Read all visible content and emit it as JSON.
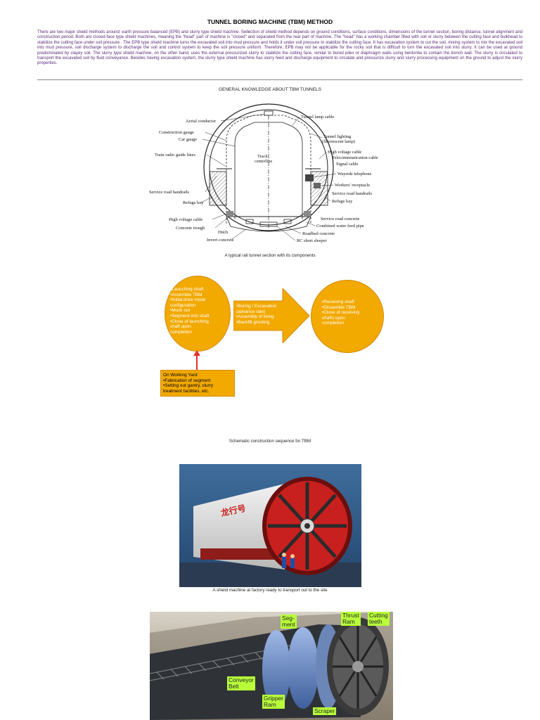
{
  "document": {
    "title": "TUNNEL BORING MACHINE (TBM) METHOD",
    "intro": "There are two major shield methods around: earth pressure balanced (EPB) and slurry type shield machine. Sellection of shield method depends on ground conditions, surface conditions, dimensions of the tunnel section, boring distance, tunnel alignment and construction period. Both are closed-face type shield machines, meaning the \"head\" part of machine is \"closed\" and separated from the rear part of machine. The \"head\" has a working chamber filled with soil or slurry between the cutting face and bulkhead to stabilize the cutting face under soil pressure . The EPB type shield machine turns the excavated soil into mud pressure and holds it under soil pressure to stabilize the cutting face. It has excavation system to cut the soil, mixing system to mix the excavated soil into mud pressure, soil discharge system to discharge the soil and control system to keep the soil pressure uniform. Therefore, EPB may not be applicable for the rocky soil that is difficult to turn the excavated soil into slurry. It can be used at ground predominated by clayey soil. The slurry type shield machine, on the other hand, uses the external pressurized slurry to stabilize the cutting face, similar to bored piles or diaphragm walls using bentonite to contain the trench wall. The slurry is circulated to transport the excavated soil by fluid conveyance. Besides having excavation system, the slurry type shield machine has slurry feed and discharge equipment to circulate and pressurize slurry and slurry processing equipment on the ground to adjust the slurry properties.",
    "section_heading": "GENERAL KNOWLEDGE ABOUT TBM TUNNELS"
  },
  "tunnel_section": {
    "caption": "A typical rail tunnel section with its components",
    "center_label_1": "Track",
    "center_label_2": "centerline",
    "left_labels": [
      "Aerial conductor",
      "Construction gauge",
      "Car gauge",
      "Train radio guide lines",
      "Service road handrails",
      "Refuge bay",
      "High voltage cable",
      "Concrete trough",
      "Ditch",
      "Invert concrete"
    ],
    "right_labels": [
      "Tunnel lamp cable",
      "Tunnel lighting",
      "(fluorescent lamp)",
      "High voltage cable",
      "Telecommunication cable",
      "Signal cable",
      "Wayside telephone",
      "Workers' receptacle",
      "Service road handrails",
      "Refuge bay",
      "Service road concrete",
      "Combined water feed pipe",
      "Roadbed concrete",
      "RC short sleeper"
    ]
  },
  "sequence": {
    "caption": "Schematic construction sequence for TBM",
    "launch_items": [
      "•Launching shaft",
      "•Assemble TBM",
      "•Initial drive mode",
      "configuration",
      "•Muck out",
      "•Segment into shaft",
      "•Close of launching",
      "shaft upon",
      "completion"
    ],
    "arrow_items": [
      "•Boring / Excavation",
      "(advance rate)",
      "•Assembly of lining",
      "•Backfill grouting"
    ],
    "receive_items": [
      "•Receiving shaft",
      "•Dissemble TBM",
      "•Close of receiving",
      "shafts upon",
      "completion"
    ],
    "yard_items": [
      "On Working Yard:",
      "•Fabrication of segment",
      "•Setting out gantry, slurry",
      "treatment facilities, etc."
    ]
  },
  "machine_photo": {
    "caption": "A shield machine at factory ready to transport out to the site"
  },
  "cutaway": {
    "labels": {
      "segment": "Seg-\nment",
      "thrust_ram": "Thrust\nRam",
      "cutting_teeth": "Cutting\nteeth",
      "conveyor_belt": "Conveyor\nBelt",
      "gripper_ram": "Gripper\nRam",
      "scraper": "Scraper"
    }
  },
  "colors": {
    "intro_text": "#5a2a7a",
    "flow_orange": "#f2a900",
    "flow_arrow_red": "#e0322c",
    "label_green": "#b8ff3a",
    "cutter_red": "#c8201e"
  }
}
